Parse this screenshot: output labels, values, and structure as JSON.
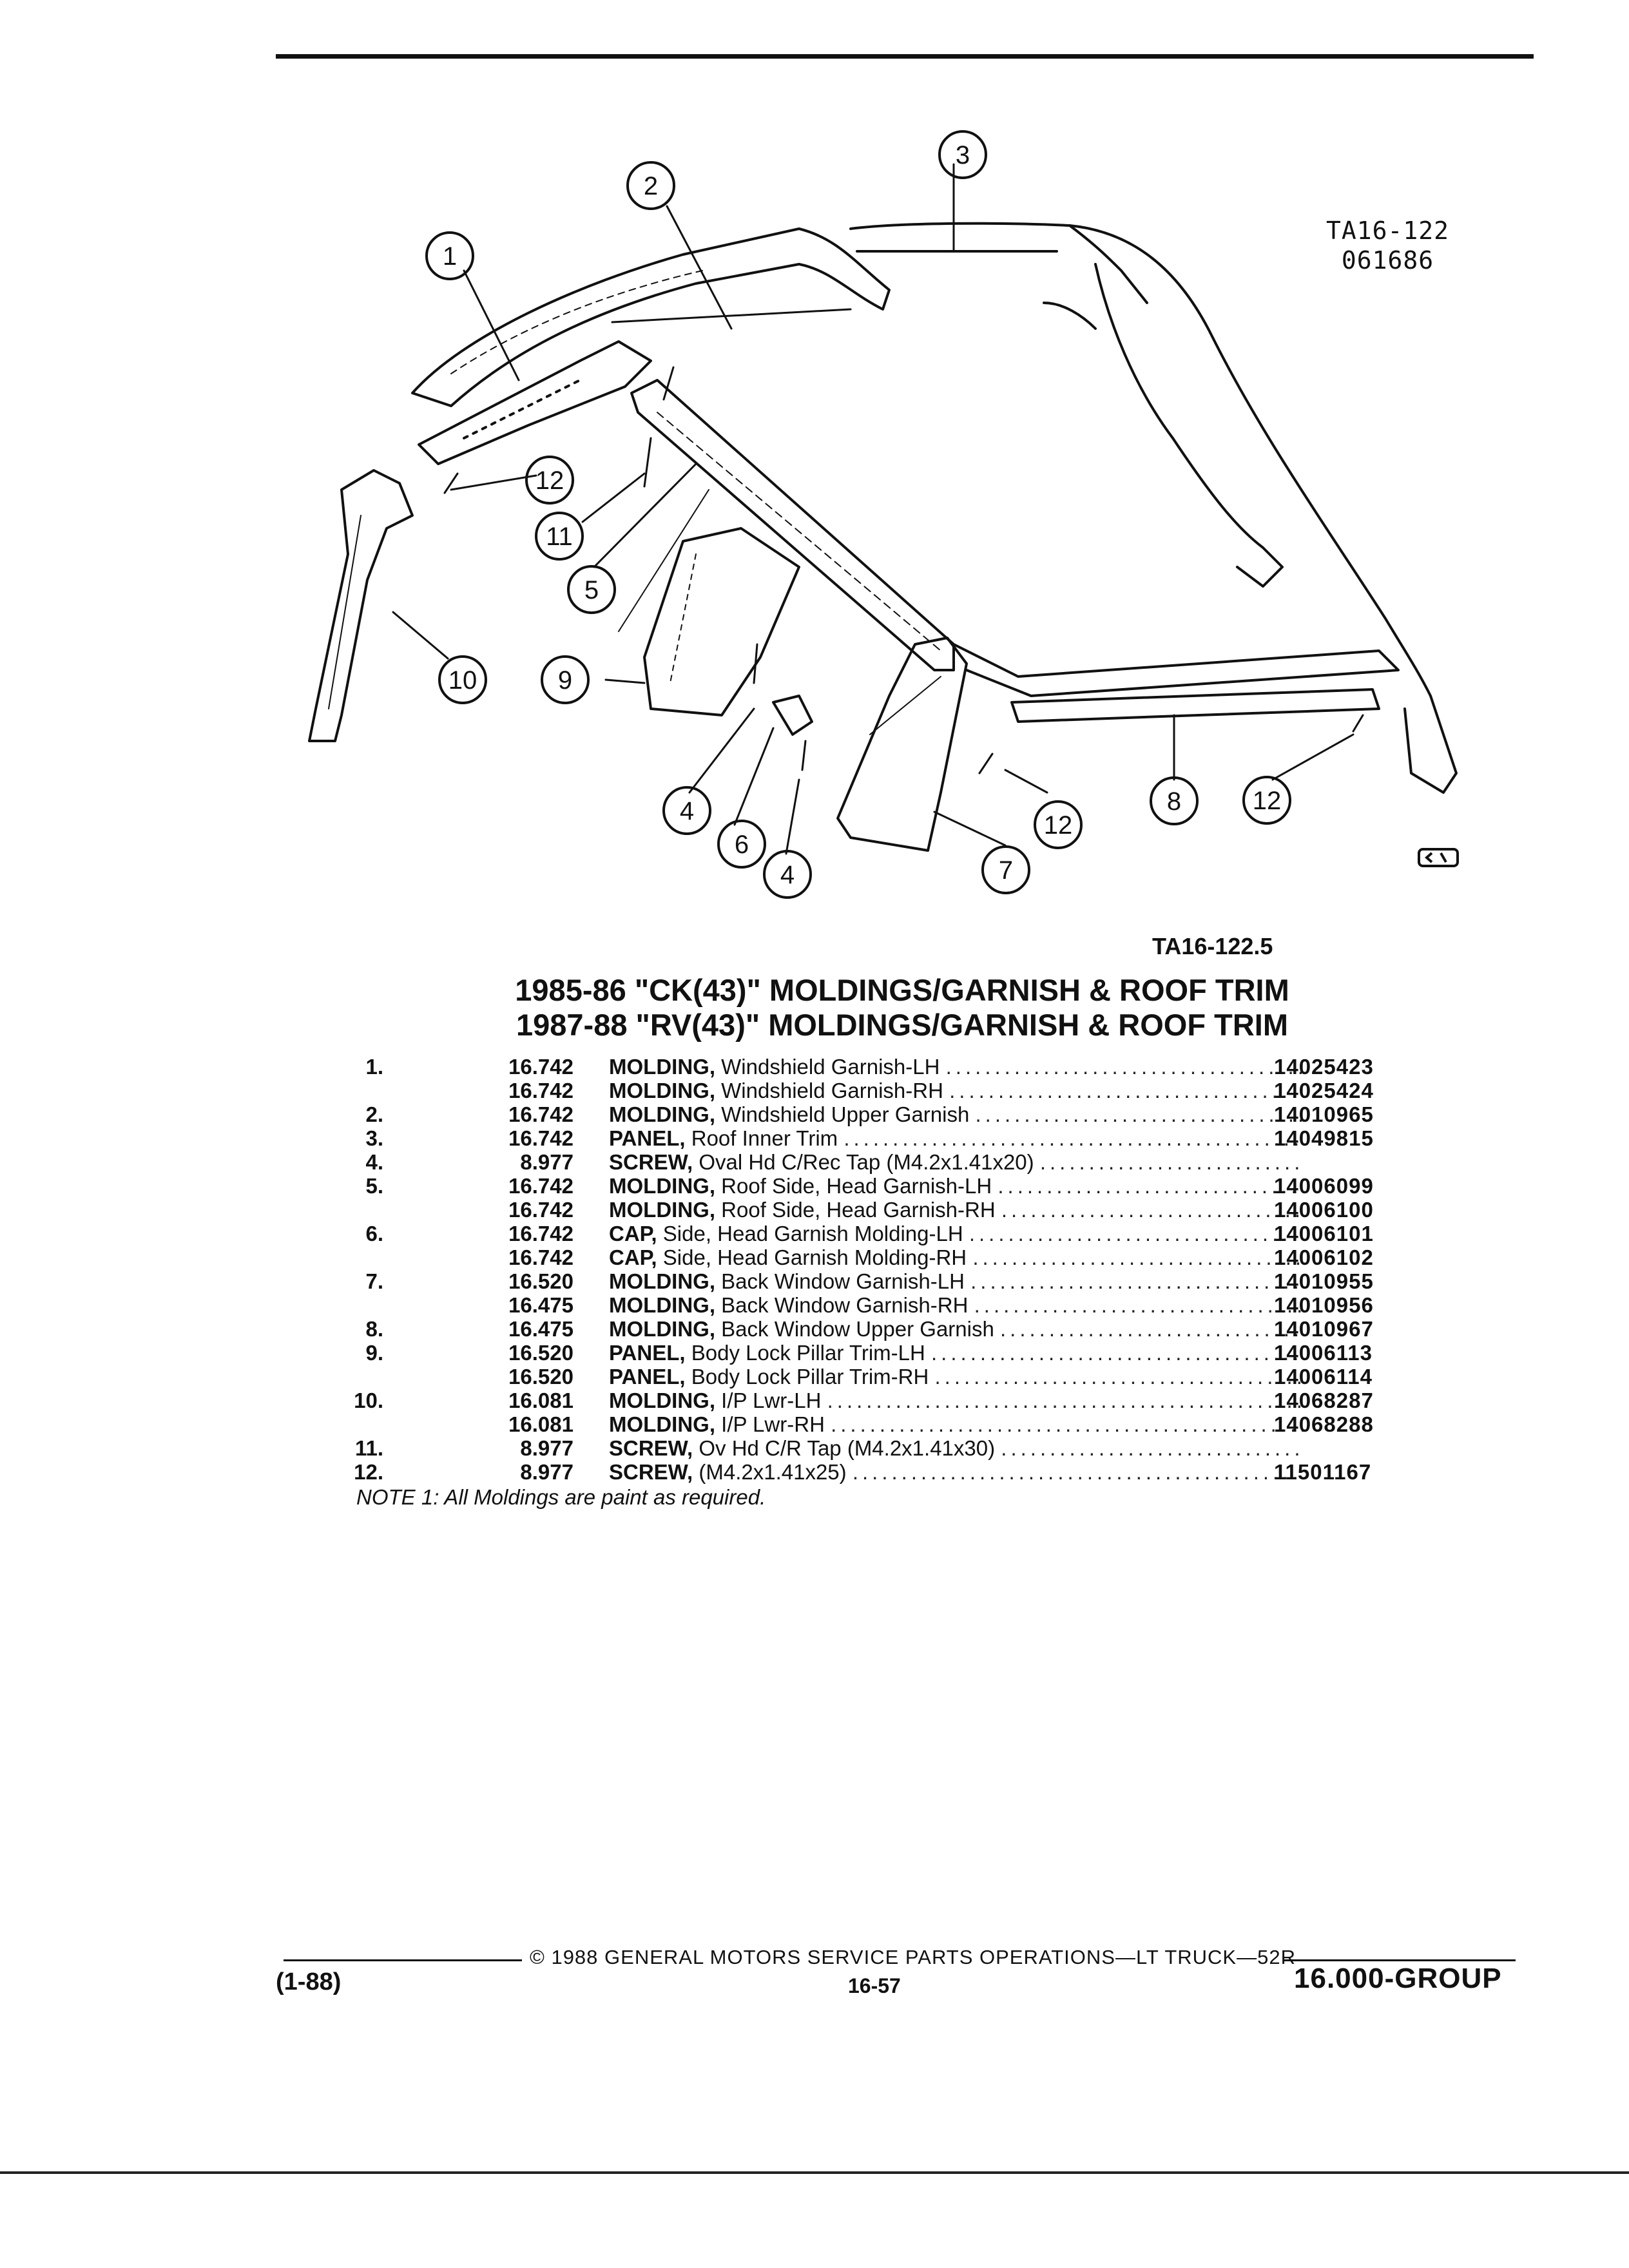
{
  "figure": {
    "id_lines": [
      "TA16-122",
      "061686"
    ],
    "ref": "TA16-122.5",
    "callouts": [
      "1",
      "2",
      "3",
      "4",
      "4",
      "5",
      "6",
      "7",
      "8",
      "9",
      "10",
      "11",
      "12",
      "12",
      "12"
    ]
  },
  "title": {
    "line1": "1985-86 \"CK(43)\" MOLDINGS/GARNISH & ROOF TRIM",
    "line2": "1987-88 \"RV(43)\" MOLDINGS/GARNISH & ROOF TRIM"
  },
  "parts": [
    {
      "num": "1.",
      "group": "16.742",
      "name": "MOLDING,",
      "desc": "Windshield Garnish-LH",
      "part": "14025423"
    },
    {
      "num": "",
      "group": "16.742",
      "name": "MOLDING,",
      "desc": "Windshield Garnish-RH",
      "part": "14025424"
    },
    {
      "num": "2.",
      "group": "16.742",
      "name": "MOLDING,",
      "desc": "Windshield Upper Garnish",
      "part": "14010965"
    },
    {
      "num": "3.",
      "group": "16.742",
      "name": "PANEL,",
      "desc": "Roof Inner Trim",
      "part": "14049815"
    },
    {
      "num": "4.",
      "group": "8.977",
      "name": "SCREW,",
      "desc": "Oval Hd C/Rec Tap (M4.2x1.41x20)",
      "part": ""
    },
    {
      "num": "5.",
      "group": "16.742",
      "name": "MOLDING,",
      "desc": "Roof Side, Head Garnish-LH",
      "part": "14006099"
    },
    {
      "num": "",
      "group": "16.742",
      "name": "MOLDING,",
      "desc": "Roof Side, Head Garnish-RH",
      "part": "14006100"
    },
    {
      "num": "6.",
      "group": "16.742",
      "name": "CAP,",
      "desc": "Side, Head Garnish Molding-LH",
      "part": "14006101"
    },
    {
      "num": "",
      "group": "16.742",
      "name": "CAP,",
      "desc": "Side, Head Garnish Molding-RH",
      "part": "14006102"
    },
    {
      "num": "7.",
      "group": "16.520",
      "name": "MOLDING,",
      "desc": "Back Window Garnish-LH",
      "part": "14010955"
    },
    {
      "num": "",
      "group": "16.475",
      "name": "MOLDING,",
      "desc": "Back Window Garnish-RH",
      "part": "14010956"
    },
    {
      "num": "8.",
      "group": "16.475",
      "name": "MOLDING,",
      "desc": "Back Window Upper Garnish",
      "part": "14010967"
    },
    {
      "num": "9.",
      "group": "16.520",
      "name": "PANEL,",
      "desc": "Body Lock Pillar Trim-LH",
      "part": "14006113"
    },
    {
      "num": "",
      "group": "16.520",
      "name": "PANEL,",
      "desc": "Body Lock Pillar Trim-RH",
      "part": "14006114"
    },
    {
      "num": "10.",
      "group": "16.081",
      "name": "MOLDING,",
      "desc": "I/P Lwr-LH",
      "part": "14068287"
    },
    {
      "num": "",
      "group": "16.081",
      "name": "MOLDING,",
      "desc": "I/P Lwr-RH",
      "part": "14068288"
    },
    {
      "num": "11.",
      "group": "8.977",
      "name": "SCREW,",
      "desc": "Ov Hd C/R Tap (M4.2x1.41x30)",
      "part": ""
    },
    {
      "num": "12.",
      "group": "8.977",
      "name": "SCREW,",
      "desc": "(M4.2x1.41x25)",
      "part": "11501167"
    }
  ],
  "note": "NOTE 1: All Moldings are paint as required.",
  "footer": {
    "copyright": "© 1988 GENERAL MOTORS SERVICE PARTS OPERATIONS—LT TRUCK—52R",
    "page": "16-57",
    "revision": "(1-88)",
    "group": "16.000-GROUP"
  }
}
